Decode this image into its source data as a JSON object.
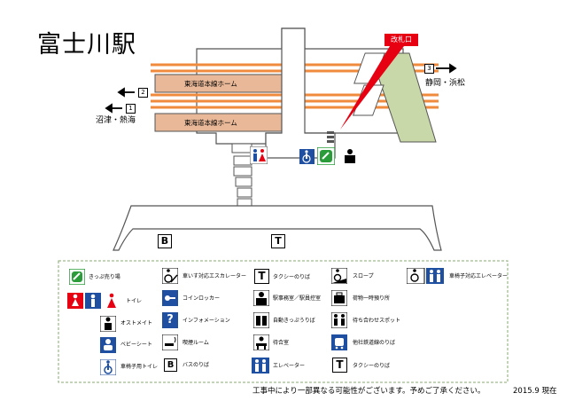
{
  "title": "富士川駅",
  "gate_label": "改札口",
  "platforms": [
    {
      "label": "東海道本線ホーム"
    },
    {
      "label": "東海道本線ホーム"
    }
  ],
  "directions": [
    {
      "number": "3",
      "text": "静岡・浜松"
    },
    {
      "number": "2",
      "text": ""
    },
    {
      "number": "1",
      "text": "沼津・熱海"
    }
  ],
  "map_markers": {
    "bus": "B",
    "taxi": "T"
  },
  "legend": [
    {
      "icon": "ticket-machine-icon",
      "label": "きっぷ売り場"
    },
    {
      "icon": "toilet-icon",
      "label": "トイレ"
    },
    {
      "icon": "ostomate-icon",
      "label": "オストメイト"
    },
    {
      "icon": "baby-seat-icon",
      "label": "ベビーシート"
    },
    {
      "icon": "wheelchair-toilet-icon",
      "label": "車椅子用トイレ"
    },
    {
      "icon": "wheelchair-escalator-icon",
      "label": "車いす対応エスカレーター"
    },
    {
      "icon": "coin-locker-icon",
      "label": "コインロッカー"
    },
    {
      "icon": "information-icon",
      "label": "インフォメーション"
    },
    {
      "icon": "smoking-room-icon",
      "label": "喫煙ルーム"
    },
    {
      "icon": "bus-stop-icon",
      "label": "バスのりば"
    },
    {
      "icon": "taxi-stand-icon",
      "label": "タクシーのりば"
    },
    {
      "icon": "station-office-icon",
      "label": "駅事務室／駅員控室"
    },
    {
      "icon": "ticket-gate-icon",
      "label": "自動きっぷうりば"
    },
    {
      "icon": "waiting-room-icon",
      "label": "待合室"
    },
    {
      "icon": "elevator-icon",
      "label": "エレベーター"
    },
    {
      "icon": "slope-icon",
      "label": "スロープ"
    },
    {
      "icon": "baggage-icon",
      "label": "荷物一時預り所"
    },
    {
      "icon": "meeting-spot-icon",
      "label": "待ち合わせスポット"
    },
    {
      "icon": "private-rail-icon",
      "label": "他社鉄道線のりば"
    },
    {
      "icon": "taxi-stand-icon-2",
      "label": "タクシーのりば"
    },
    {
      "icon": "wheelchair-elevator-icon",
      "label": "車椅子対応エレベーター"
    }
  ],
  "legend_symbols": {
    "bus": "B",
    "taxi": "T",
    "taxi2": "T",
    "info": "?"
  },
  "notice": "工事中により一部異なる可能性がございます。予めご了承ください。",
  "date": "2015.9 現在",
  "colors": {
    "platform": "#e8b898",
    "track": "#f08a3c",
    "concourse": "#c8d8a8",
    "gate_red": "#e60012",
    "toilet_blue": "#1f4fa0",
    "ticket_green": "#2a9d3a"
  }
}
